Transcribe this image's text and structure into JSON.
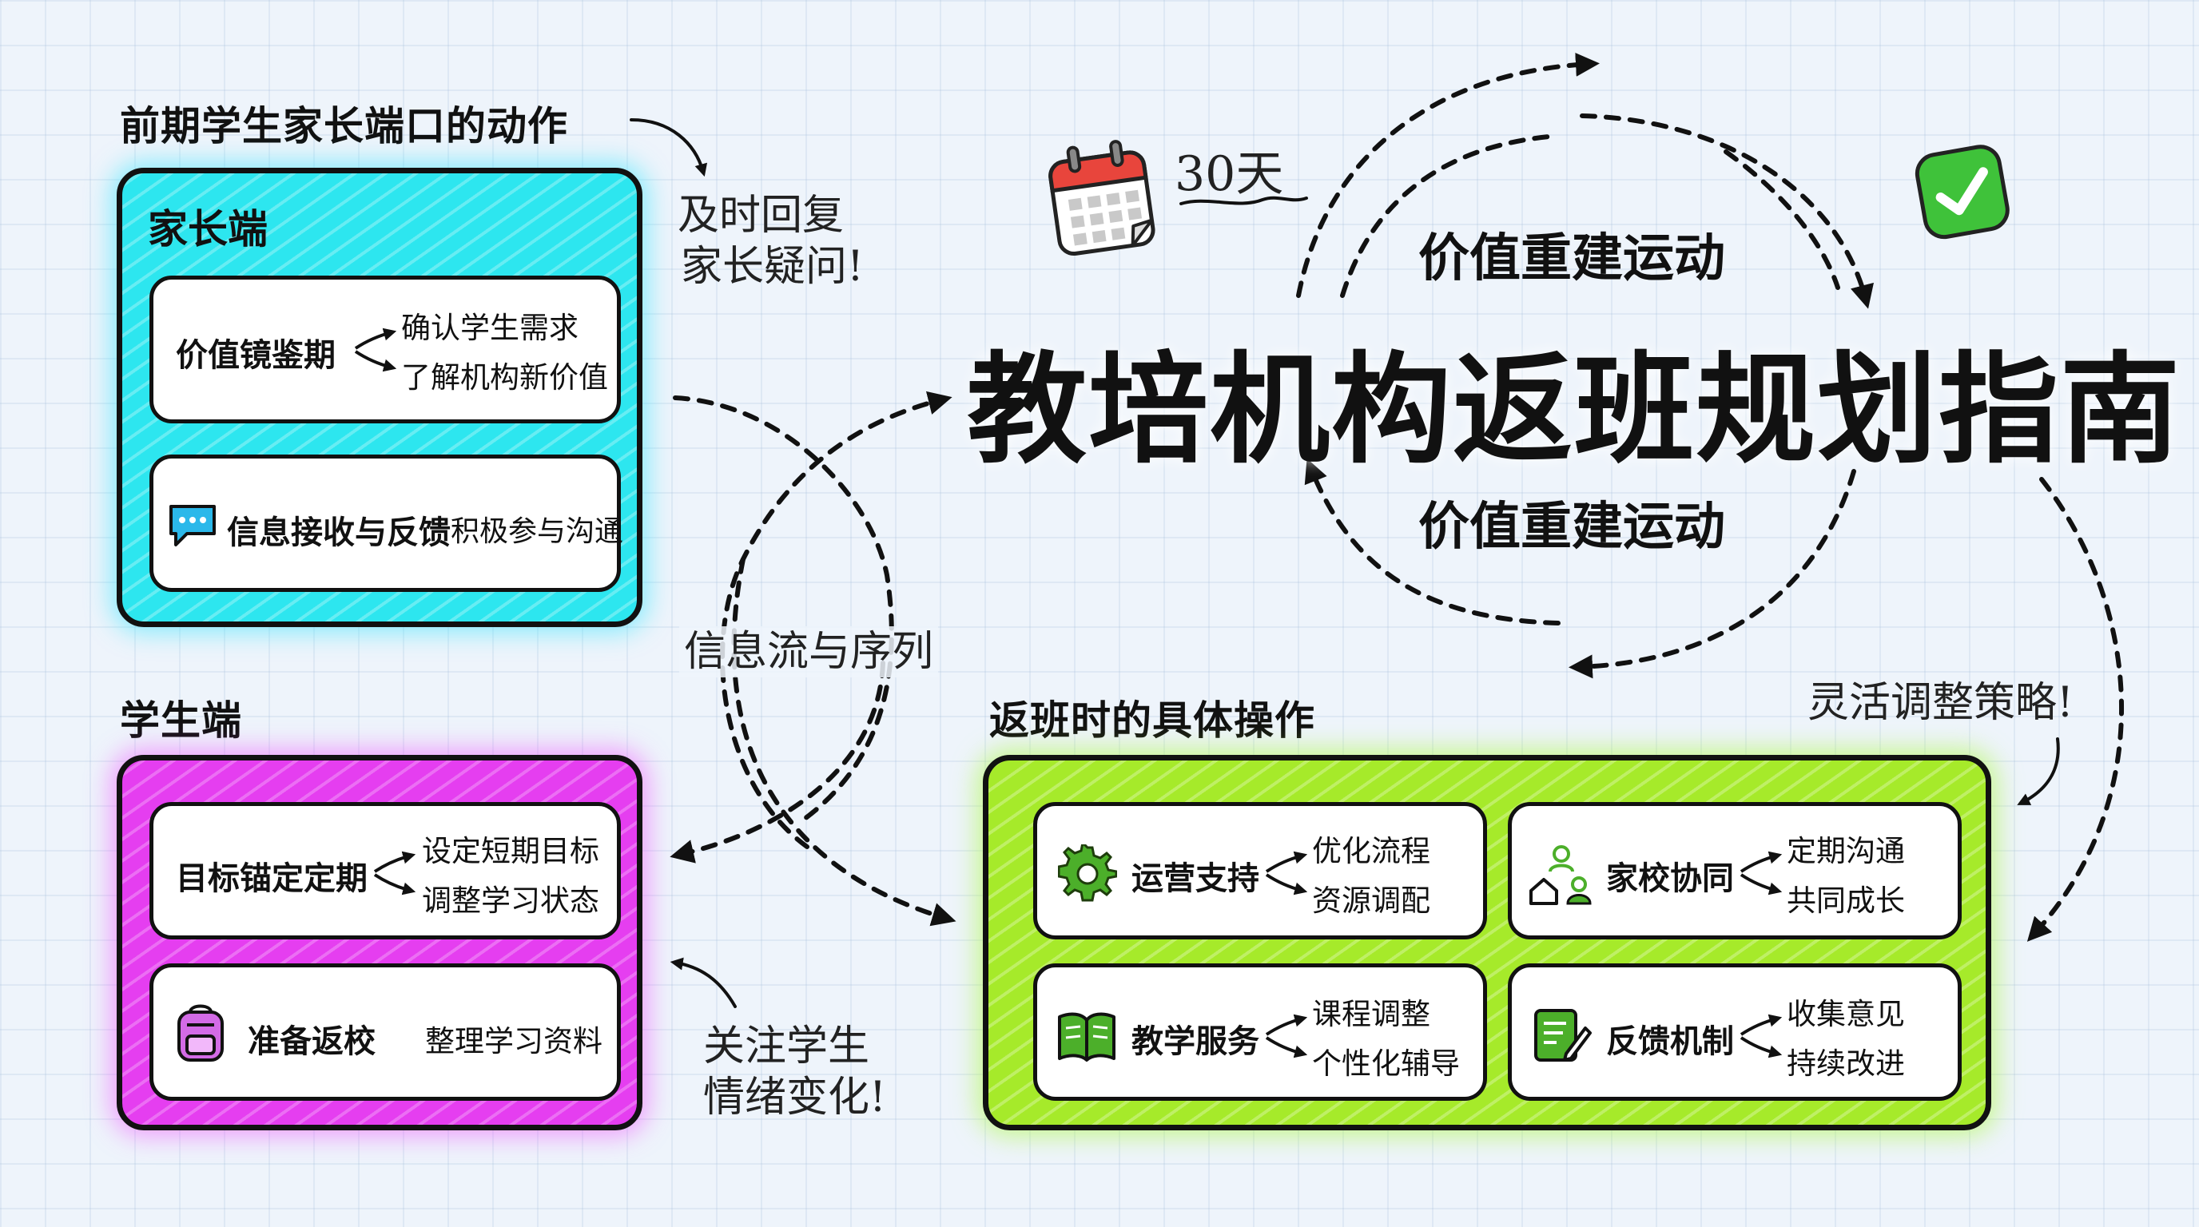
{
  "main_title": "教培机构返班规划指南",
  "cycle": {
    "label_top": "价值重建运动",
    "label_bottom": "价值重建运动",
    "days": "30天"
  },
  "parent_section": {
    "section_title": "前期学生家长端口的动作",
    "panel_title": "家长端",
    "cards": [
      {
        "title": "价值镜鉴期",
        "items": [
          "确认学生需求",
          "了解机构新价值"
        ]
      },
      {
        "title": "信息接收与反馈",
        "note": "积极参与沟通",
        "icon": "chat-bubble-icon"
      }
    ],
    "annotation": [
      "及时回复",
      "家长疑问!"
    ]
  },
  "student_section": {
    "section_title": "学生端",
    "cards": [
      {
        "title": "目标锚定定期",
        "items": [
          "设定短期目标",
          "调整学习状态"
        ]
      },
      {
        "title": "准备返校",
        "note": "整理学习资料",
        "icon": "backpack-icon"
      }
    ],
    "annotation": [
      "关注学生",
      "情绪变化!"
    ]
  },
  "operations_section": {
    "section_title": "返班时的具体操作",
    "cards": [
      {
        "title": "运营支持",
        "items": [
          "优化流程",
          "资源调配"
        ],
        "icon": "gear-icon"
      },
      {
        "title": "家校协同",
        "items": [
          "定期沟通",
          "共同成长"
        ],
        "icon": "home-school-icon"
      },
      {
        "title": "教学服务",
        "items": [
          "课程调整",
          "个性化辅导"
        ],
        "icon": "book-icon"
      },
      {
        "title": "反馈机制",
        "items": [
          "收集意见",
          "持续改进"
        ],
        "icon": "feedback-form-icon"
      }
    ],
    "annotation": "灵活调整策略!"
  },
  "flow_label": "信息流与序列",
  "colors": {
    "parent_panel": "#2de6ef",
    "student_panel": "#e53ef0",
    "operations_panel": "#a6ea2a",
    "icon_green": "#4caf2a",
    "check_green": "#3fc23a",
    "calendar_red": "#e8453c"
  }
}
